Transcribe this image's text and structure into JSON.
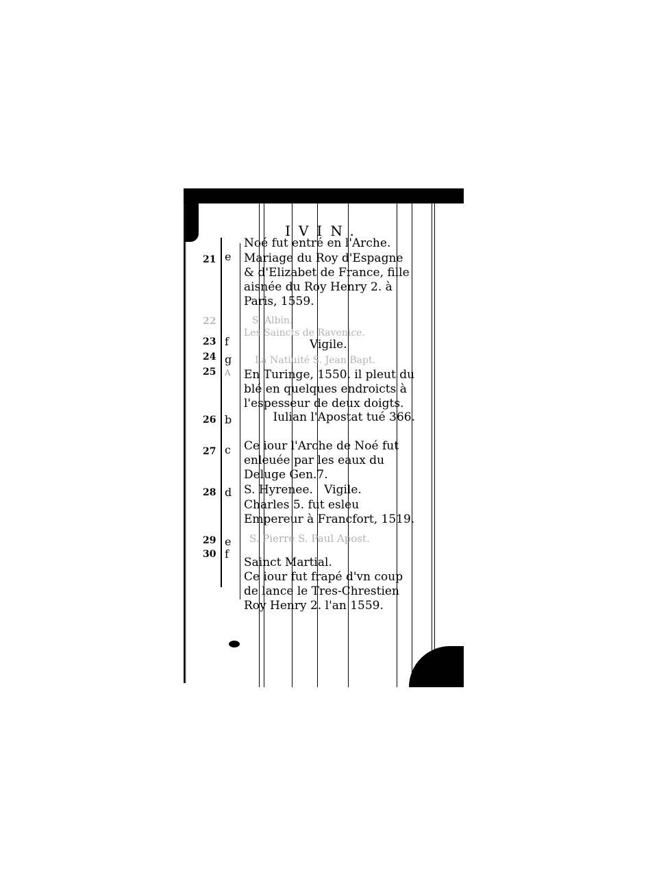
{
  "page": {
    "heading": "IVIN.",
    "entries": [
      {
        "day": "",
        "letter": "",
        "text": "Noé fut entré en l'Arche."
      },
      {
        "day": "21",
        "letter": "e",
        "text": "Mariage du Roy d'Espagne & d'Elizabet de France, fille aisnée du Roy Henry 2. à Paris, 1559."
      },
      {
        "day": "22",
        "letter": "",
        "text": "S. Albin."
      },
      {
        "day": "",
        "letter": "",
        "text": "Les Saincts de Ravenice."
      },
      {
        "day": "23",
        "letter": "f",
        "text": "Vigile."
      },
      {
        "day": "24",
        "letter": "g",
        "text": "La Natiuité S. Jean Bapt."
      },
      {
        "day": "25",
        "letter": "A",
        "text": "En Turinge, 1550. il pleut du blé en quelques endroicts à l'espesseur de deux doigts."
      },
      {
        "day": "26",
        "letter": "b",
        "text": "Iulian l'Apostat tué 366."
      },
      {
        "day": "27",
        "letter": "c",
        "text": "Ce iour l'Arche de Noé fut enleuée par les eaux du Deluge Gen.7."
      },
      {
        "day": "28",
        "letter": "d",
        "text": "S. Hyrenee.   Vigile."
      },
      {
        "day": "",
        "letter": "",
        "text": "Charles 5. fut esleu Empereur à Francfort, 1519."
      },
      {
        "day": "29",
        "letter": "e",
        "text": "S. Pierre S. Paul Apost."
      },
      {
        "day": "30",
        "letter": "f",
        "text": "Sainct Martial."
      },
      {
        "day": "",
        "letter": "",
        "text": "Ce iour fut frapé d'vn coup de lance le Tres-Chrestien Roy Henry 2. l'an 1559."
      }
    ]
  }
}
